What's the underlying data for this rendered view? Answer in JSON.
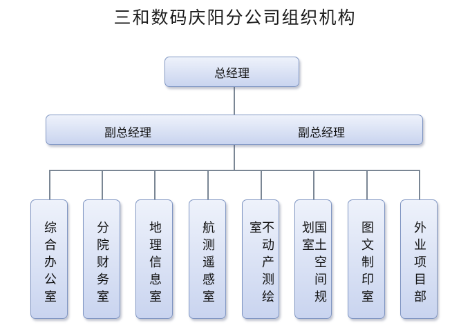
{
  "title": "三和数码庆阳分公司组织机构",
  "general_manager": "总经理",
  "vice_managers": [
    "副总经理",
    "副总经理"
  ],
  "departments": [
    "综合办公室",
    "分院财务室",
    "地理信息室",
    "航测遥感室",
    "不动产测绘室",
    "国土空间规划室",
    "图文制印室",
    "外业项目部"
  ],
  "colors": {
    "box_fill": "#c9d4ef",
    "box_border": "#7f95c2",
    "connector": "#7a8694"
  }
}
